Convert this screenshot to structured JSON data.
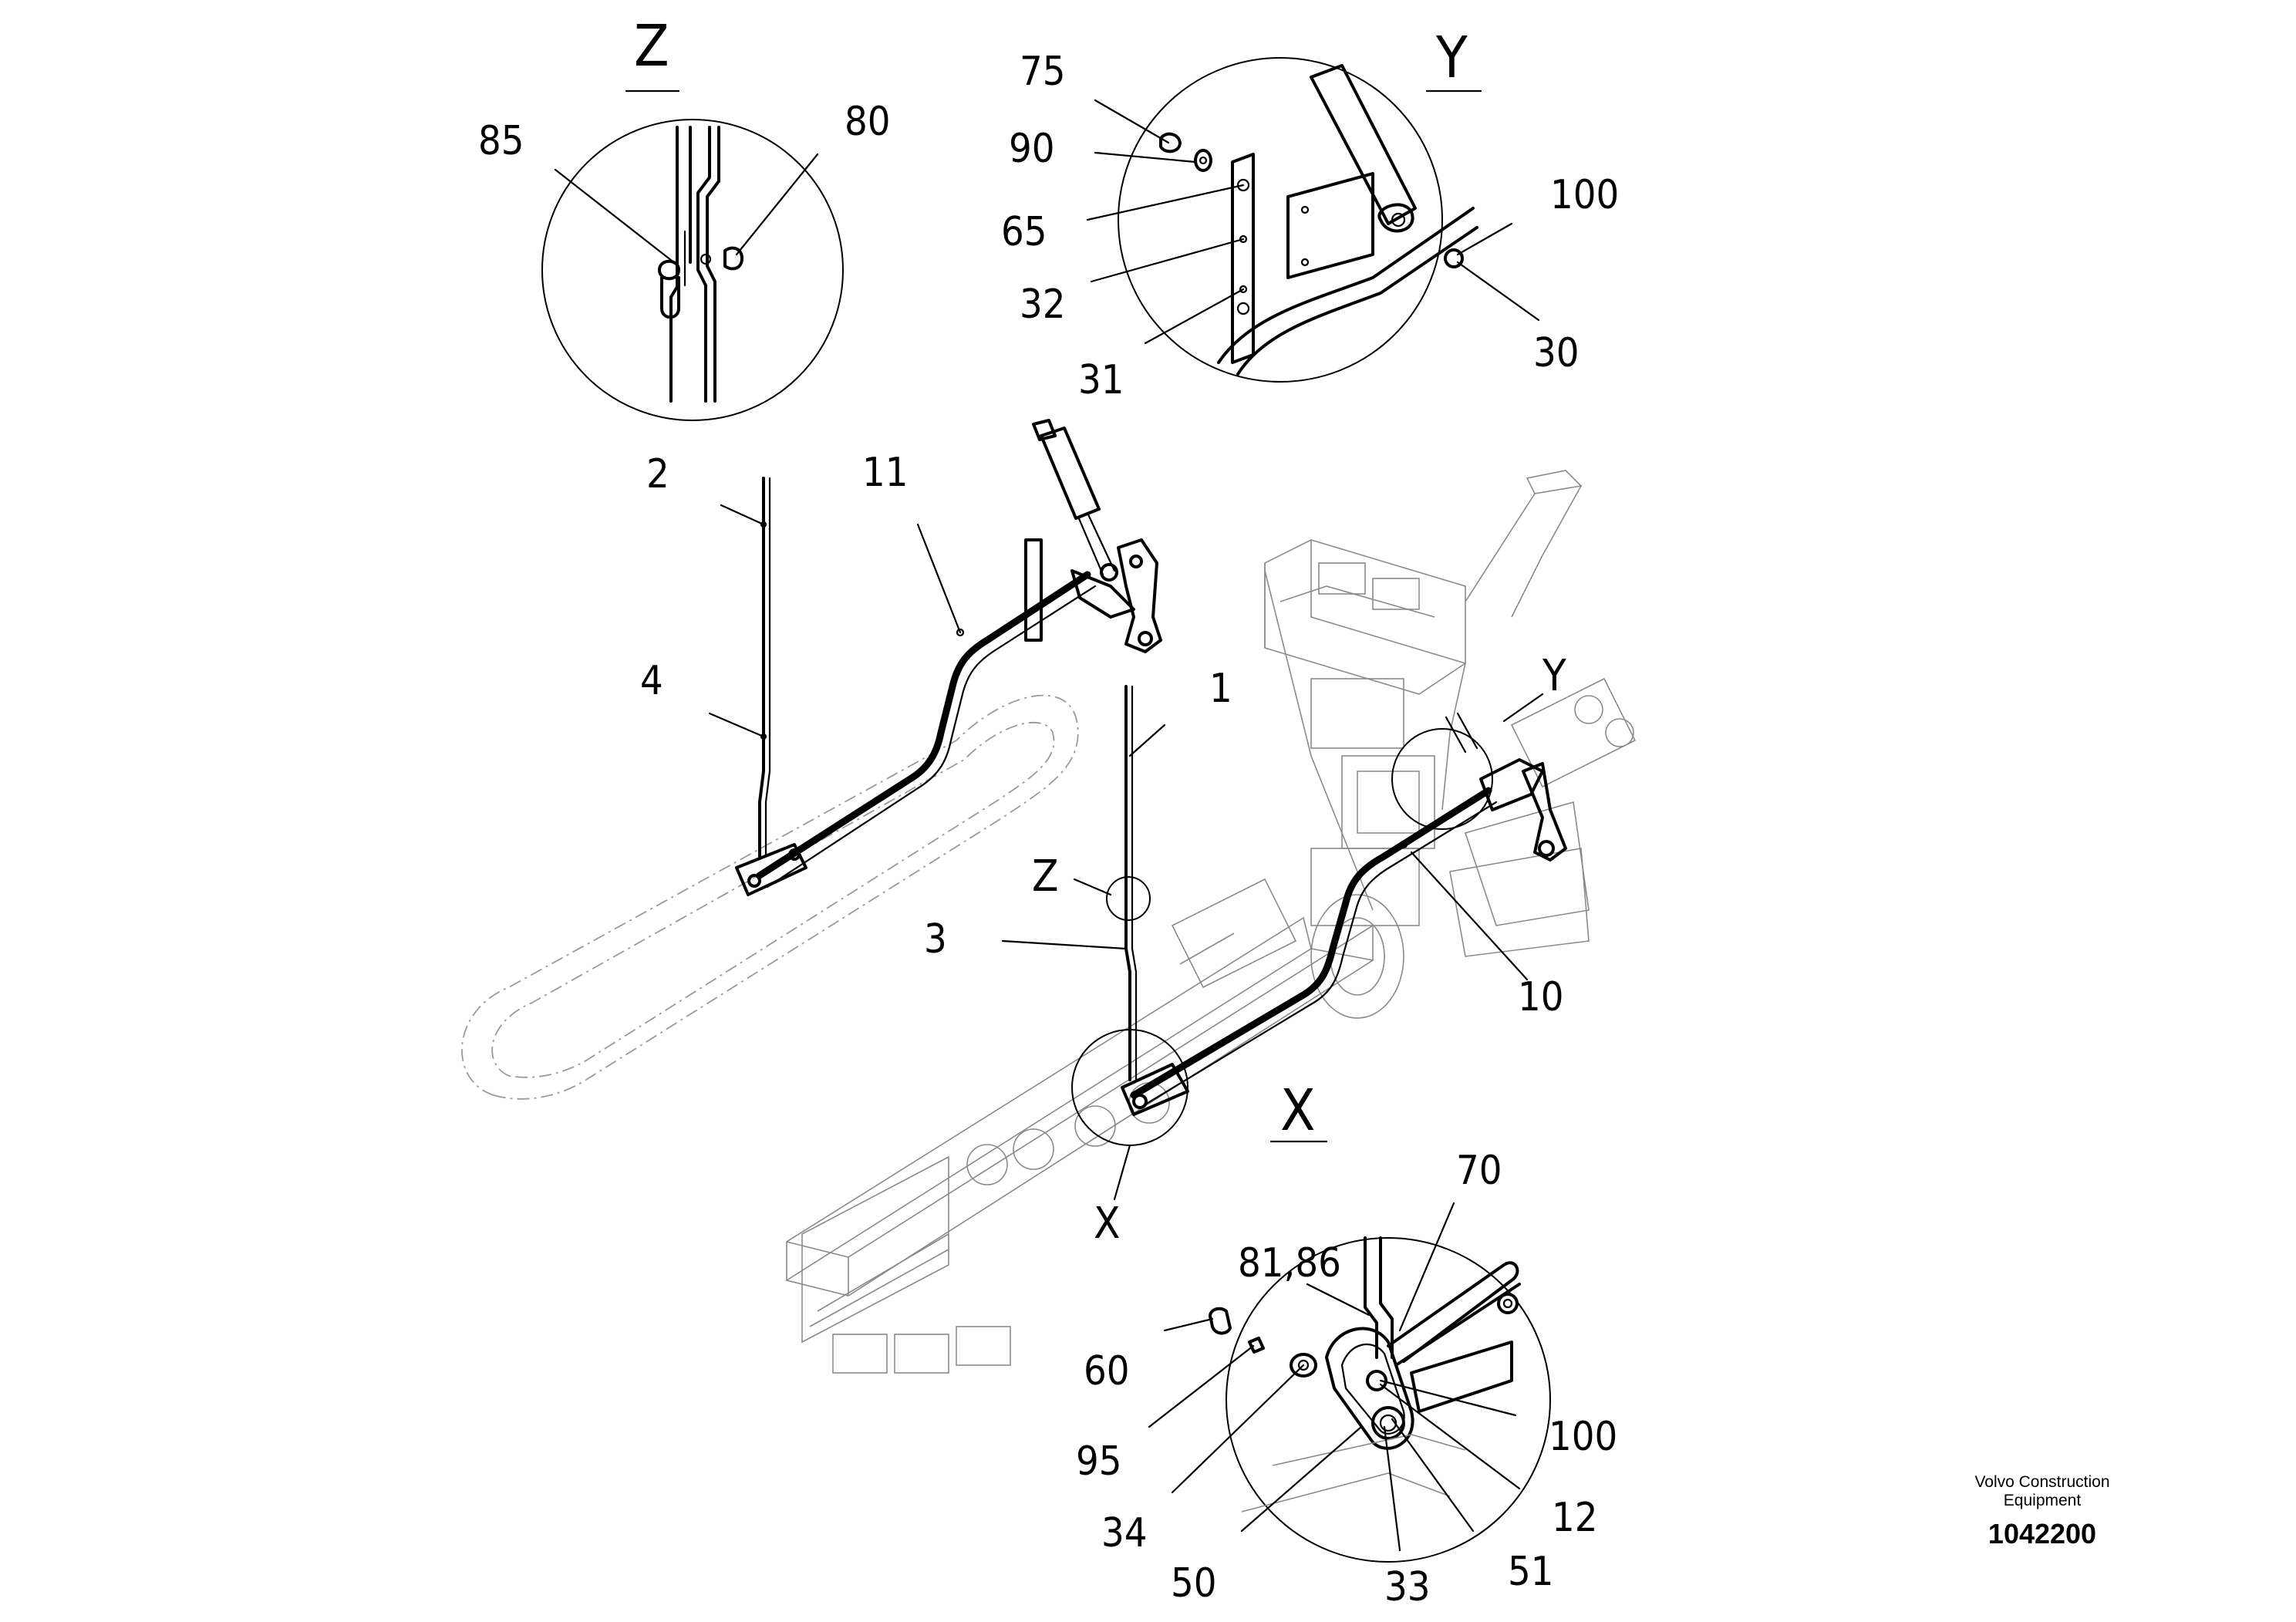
{
  "footer": {
    "company_line1": "Volvo Construction",
    "company_line2": "Equipment",
    "drawing_number": "1042200"
  },
  "view_labels": {
    "z": "Z",
    "y": "Y",
    "x": "X"
  },
  "callouts": {
    "main": {
      "c2": "2",
      "c11": "11",
      "c4": "4",
      "c1": "1",
      "cY": "Y",
      "cZ": "Z",
      "c3": "3",
      "c10": "10",
      "cX": "X"
    },
    "detail_z": {
      "c85": "85",
      "c80": "80"
    },
    "detail_y": {
      "c75": "75",
      "c90": "90",
      "c65": "65",
      "c32": "32",
      "c31": "31",
      "c100": "100",
      "c30": "30"
    },
    "detail_x": {
      "c70": "70",
      "c81_86": "81,86",
      "c60": "60",
      "c95": "95",
      "c34": "34",
      "c50": "50",
      "c33": "33",
      "c51": "51",
      "c12": "12",
      "c100": "100"
    }
  }
}
